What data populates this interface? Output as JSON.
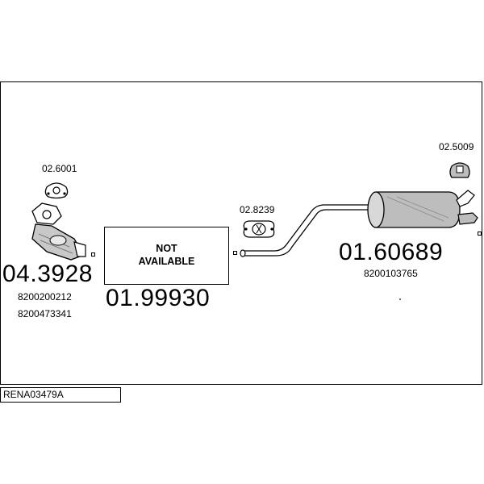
{
  "parts": {
    "gasket_1": {
      "code": "02.6001"
    },
    "catalyst": {
      "code": "04.3928",
      "oem_1": "8200200212",
      "oem_2": "8200473341"
    },
    "not_available": {
      "line1": "NOT",
      "line2": "AVAILABLE",
      "code": "01.99930"
    },
    "clamp": {
      "code": "02.8239"
    },
    "rear_silencer": {
      "code": "01.60689",
      "oem_1": "8200103765"
    },
    "rubber_mount": {
      "code": "02.5009"
    }
  },
  "reference": "RENA03479A",
  "colors": {
    "line": "#000000",
    "shade": "#b0b0b0",
    "background": "#ffffff"
  }
}
